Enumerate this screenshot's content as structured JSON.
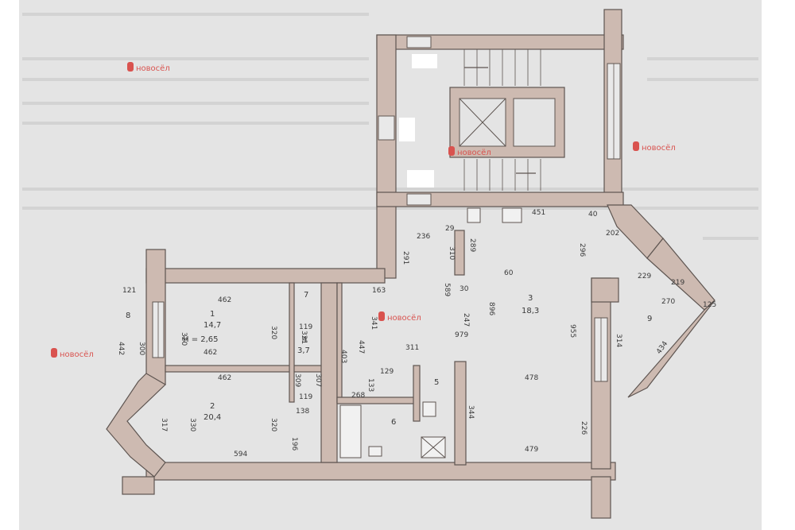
{
  "rooms": [
    {
      "name": "room-1",
      "number": "1",
      "area": "14,7",
      "height_note": "H = 2,65"
    },
    {
      "name": "room-2",
      "number": "2",
      "area": "20,4"
    },
    {
      "name": "room-3",
      "number": "3",
      "area": "18,3"
    },
    {
      "name": "room-4",
      "number": "4",
      "area": "3,7"
    },
    {
      "name": "room-5",
      "number": "5",
      "area": ""
    },
    {
      "name": "room-6",
      "number": "6",
      "area": ""
    },
    {
      "name": "room-7",
      "number": "7",
      "area": ""
    },
    {
      "name": "room-8",
      "number": "8",
      "area": ""
    },
    {
      "name": "room-9",
      "number": "9",
      "area": ""
    }
  ],
  "dimensions": [
    "462",
    "462",
    "462",
    "320",
    "320",
    "330",
    "317",
    "320",
    "121",
    "442",
    "300",
    "594",
    "321",
    "119",
    "119",
    "138",
    "403",
    "307",
    "309",
    "196",
    "236",
    "291",
    "163",
    "589",
    "341",
    "311",
    "447",
    "451",
    "40",
    "296",
    "202",
    "229",
    "219",
    "270",
    "434",
    "314",
    "478",
    "479",
    "344",
    "226",
    "268",
    "129",
    "133",
    "979",
    "310",
    "289",
    "247",
    "896",
    "955",
    "125",
    "29",
    "30",
    "60"
  ],
  "watermarks": [
    {
      "name": "watermark-top-left",
      "text": "новосёл"
    },
    {
      "name": "watermark-stair",
      "text": "новосёл"
    },
    {
      "name": "watermark-right",
      "text": "новосёл"
    },
    {
      "name": "watermark-center",
      "text": "новосёл"
    },
    {
      "name": "watermark-left",
      "text": "новосёл"
    }
  ],
  "colors": {
    "paper": "#e4e4e4",
    "wall": "#cdbab1",
    "wall_outline": "#5e5551",
    "text": "#3a3a3a",
    "watermark": "#d9534f"
  }
}
